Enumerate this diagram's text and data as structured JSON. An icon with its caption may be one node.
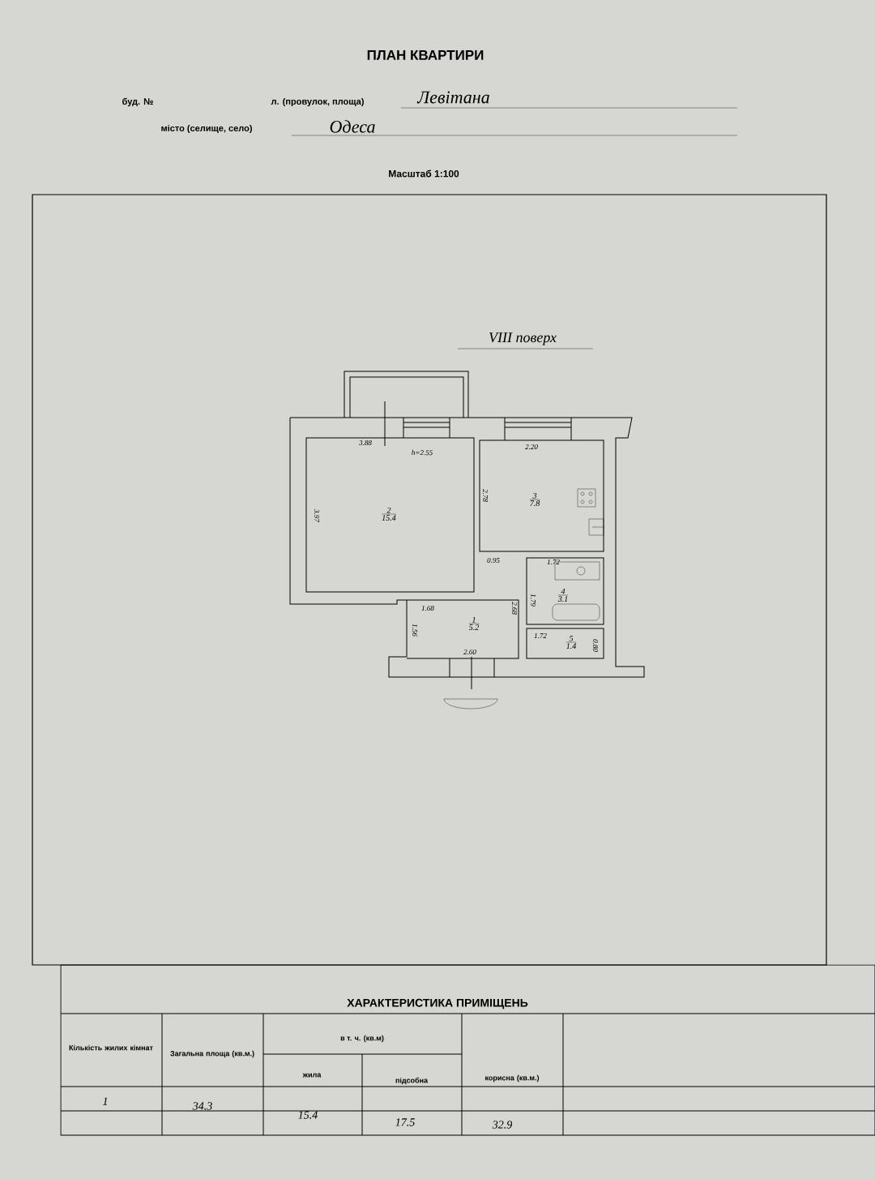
{
  "diagram": {
    "title": "ПЛАН КВАРТИРИ",
    "nodes": [
      {
        "text": [
          "2",
          "15.4"
        ]
      },
      {
        "text": [
          "3",
          "7.8"
        ]
      },
      {
        "text": [
          "4",
          "3.1"
        ]
      },
      {
        "text": [
          "1",
          "5.2"
        ]
      },
      {
        "text": [
          "5",
          "1.4"
        ]
      }
    ],
    "labels": [
      "буд. №",
      "л. (провулок, площа)",
      "Левітана",
      "місто (селище, село)",
      "Одеса",
      "Масштаб 1:100",
      "VIII поверх",
      "3.88",
      "h=2.55",
      "2.20",
      "3.97",
      "2.78",
      "0.95",
      "1.72",
      "1.79",
      "1.68",
      "2.68",
      "1.56",
      "1.72",
      "0.80",
      "2.60",
      "ХАРАКТЕРИСТИКА ПРИМІЩЕНЬ",
      "Кількість жилих кімнат",
      "Загальна площа (кв.м.)",
      "в т. ч. (кв.м)",
      "корисна (кв.м.)",
      "жила",
      "підсобна",
      "1",
      "34.3",
      "15.4",
      "17.5",
      "32.9"
    ]
  }
}
